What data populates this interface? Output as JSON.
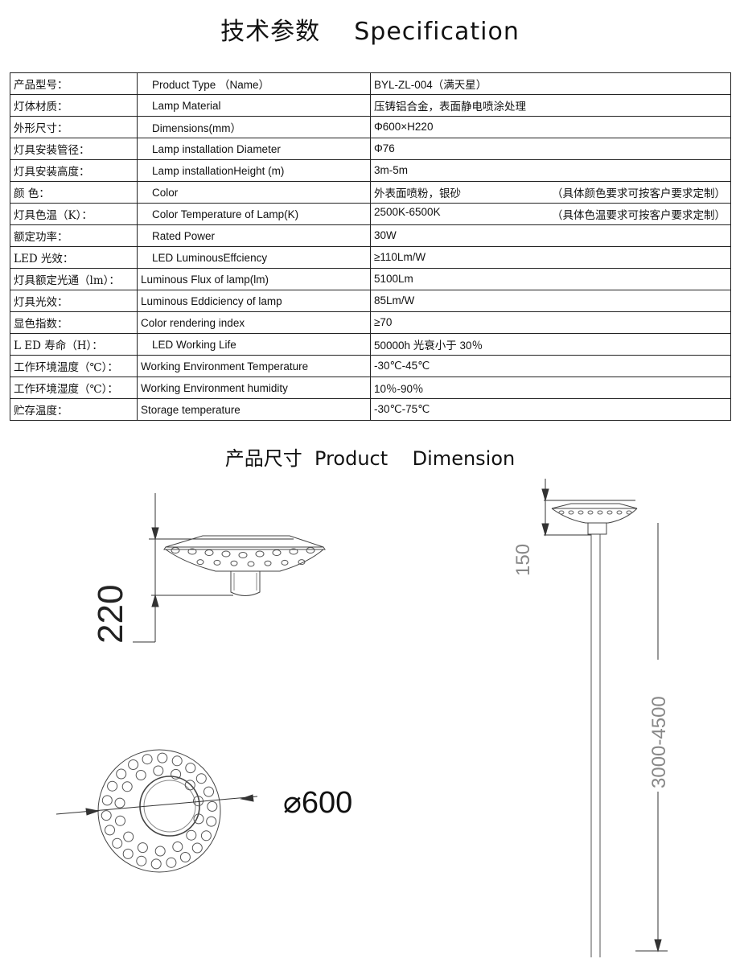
{
  "header": {
    "title": "技术参数    Specification"
  },
  "spec_rows": [
    {
      "label": "产品型号：",
      "name": "Product Type  （Name）",
      "value": "BYL-ZL-004（满天星）",
      "note": ""
    },
    {
      "label": "灯体材质：",
      "name": "Lamp Material",
      "value": "压铸铝合金，表面静电喷涂处理",
      "note": ""
    },
    {
      "label": "外形尺寸：",
      "name": "Dimensions(mm）",
      "value": "Φ600×H220",
      "note": ""
    },
    {
      "label": "灯具安装管径：",
      "name": "Lamp installation Diameter",
      "value": "Φ76",
      "note": ""
    },
    {
      "label": "灯具安装高度：",
      "name": "Lamp installationHeight (m)",
      "value": "3m-5m",
      "note": ""
    },
    {
      "label": "颜    色：",
      "name": "Color",
      "value": "外表面喷粉，银砂",
      "note": "（具体颜色要求可按客户要求定制）"
    },
    {
      "label": "灯具色温（K）：",
      "name": "Color Temperature of Lamp(K)",
      "value": "2500K-6500K",
      "note": "（具体色温要求可按客户要求定制）"
    },
    {
      "label": "额定功率：",
      "name": "Rated Power",
      "value": "30W",
      "note": ""
    },
    {
      "label": "LED 光效：",
      "name": "LED LuminousEffciency",
      "value": "≥110Lm/W",
      "note": ""
    },
    {
      "label": "灯具额定光通（lm）：",
      "name": "Luminous Flux of lamp(lm)",
      "value": "5100Lm",
      "note": ""
    },
    {
      "label": "灯具光效：",
      "name": "Luminous Eddiciency of lamp",
      "value": "85Lm/W",
      "note": ""
    },
    {
      "label": "显色指数：",
      "name": "Color rendering index",
      "value": "≥70",
      "note": ""
    },
    {
      "label": "L ED 寿命（H）：",
      "name": "LED Working Life",
      "value": "50000h 光衰小于 30％",
      "note": ""
    },
    {
      "label": "工作环境温度（℃）：",
      "name": "Working Environment Temperature",
      "value": "-30℃-45℃",
      "note": ""
    },
    {
      "label": "工作环境湿度（℃）：",
      "name": "Working Environment humidity",
      "value": "10％-90％",
      "note": ""
    },
    {
      "label": "贮存温度：",
      "name": "Storage temperature",
      "value": "-30℃-75℃",
      "note": ""
    }
  ],
  "dimension_section": {
    "title": "产品尺寸  Product    Dimension",
    "height_label": "220",
    "diameter_label": "⌀600",
    "top_label": "150",
    "pole_label": "3000-4500"
  }
}
